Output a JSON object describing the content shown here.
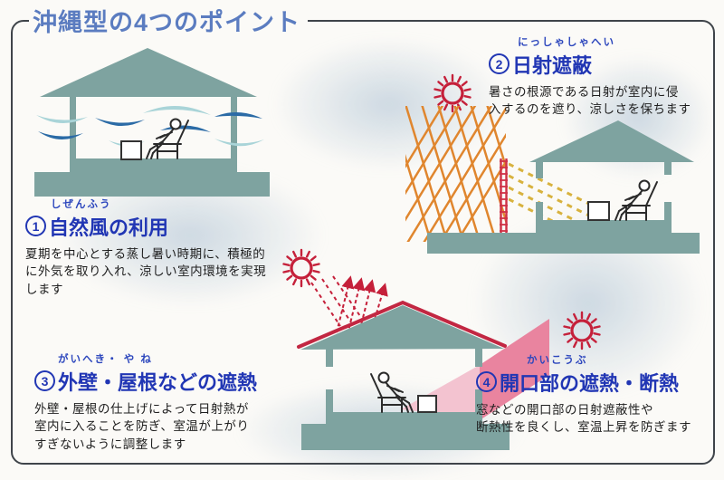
{
  "title": "沖縄型の4つのポイント",
  "points": [
    {
      "number": "1",
      "furigana": "しぜんふう",
      "title": "自然風の利用",
      "body": "夏期を中心とする蒸し暑い時期に、積極的\nに外気を取り入れ、涼しい室内環境を実現\nします"
    },
    {
      "number": "2",
      "furigana": "にっしゃしゃへい",
      "title": "日射遮蔽",
      "body": "暑さの根源である日射が室内に侵\n入するのを遮り、涼しさを保ちます"
    },
    {
      "number": "3",
      "furigana": "がいへき・ や ね",
      "title": "外壁・屋根などの遮熱",
      "body": "外壁・屋根の仕上げによって日射熱が\n室内に入ることを防ぎ、室温が上がり\nすぎないように調整します"
    },
    {
      "number": "4",
      "furigana": "かいこうぶ",
      "title": "開口部の遮熱・断熱",
      "body": "窓などの開口部の日射遮蔽性や\n断熱性を良くし、室温上昇を防ぎます"
    }
  ],
  "icons": [
    "sun-icon",
    "wind-wave-icon",
    "house-cross-section-icon",
    "person-on-lounge-chair-icon",
    "tv-box-icon",
    "sunshade-screen-icon",
    "sun-ray-lattice-icon",
    "reflected-heat-arrow-icon",
    "heat-beam-icon"
  ],
  "colors": {
    "title_blue": "#5b7cc0",
    "heading_blue": "#2136b4",
    "body_text": "#1e1e1e",
    "frame_border": "#3f444a",
    "house_sage": "#7ea3a0",
    "wind_dark_blue": "#2b6ba6",
    "wind_light_teal": "#a9d4d8",
    "sun_red": "#c5203a",
    "ray_orange": "#e0862e",
    "screen_red": "#cf3146",
    "inner_ray_yellow": "#d8b23e",
    "roof_line_red": "#c22742",
    "beam_pink": "#e9849f",
    "beam_pink_light": "#f3c3d0",
    "cloud_blue": "#a8bed1"
  }
}
